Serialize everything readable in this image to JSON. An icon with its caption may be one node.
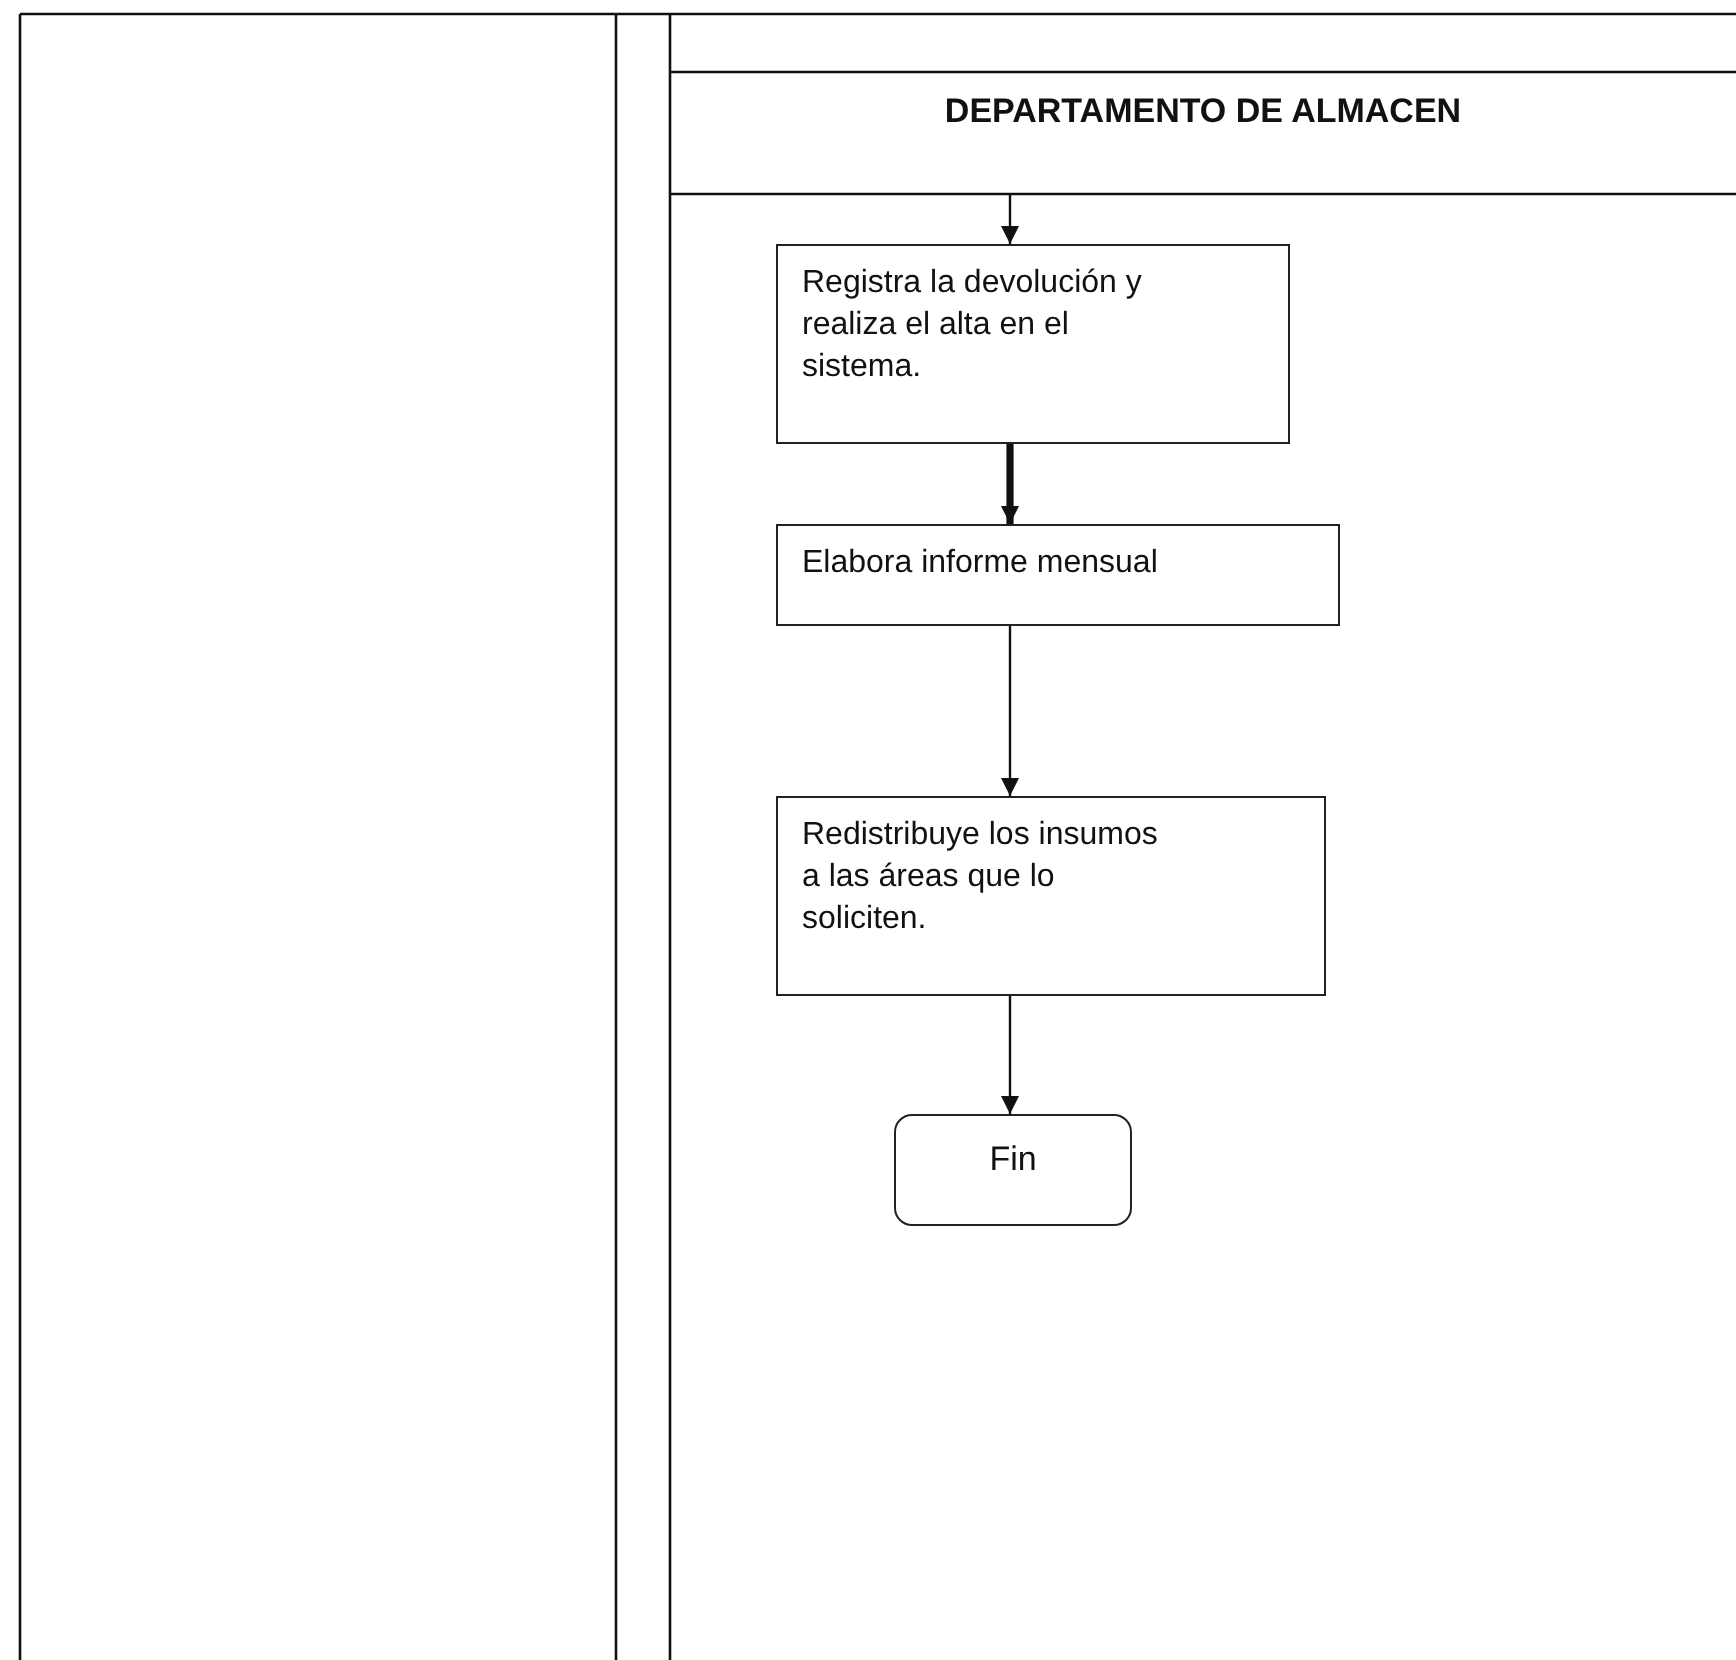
{
  "diagram": {
    "nodes": [
      {
        "text": [
          "DEPARTAMENTO DE ALMACEN"
        ]
      },
      {
        "text": [
          "Registra la devolución y realiza el alta en el sistema."
        ]
      },
      {
        "text": [
          "Elabora informe mensual"
        ]
      },
      {
        "text": [
          "Redistribuye los insumos a las áreas que lo soliciten."
        ]
      },
      {
        "text": [
          "Fin"
        ]
      }
    ],
    "edges": [
      {
        "from": 0,
        "to": 1,
        "arrow": "to"
      },
      {
        "from": 1,
        "to": 2,
        "arrow": "to",
        "style": "thick"
      },
      {
        "from": 2,
        "to": 3,
        "arrow": "to"
      },
      {
        "from": 3,
        "to": 4,
        "arrow": "to"
      }
    ]
  }
}
